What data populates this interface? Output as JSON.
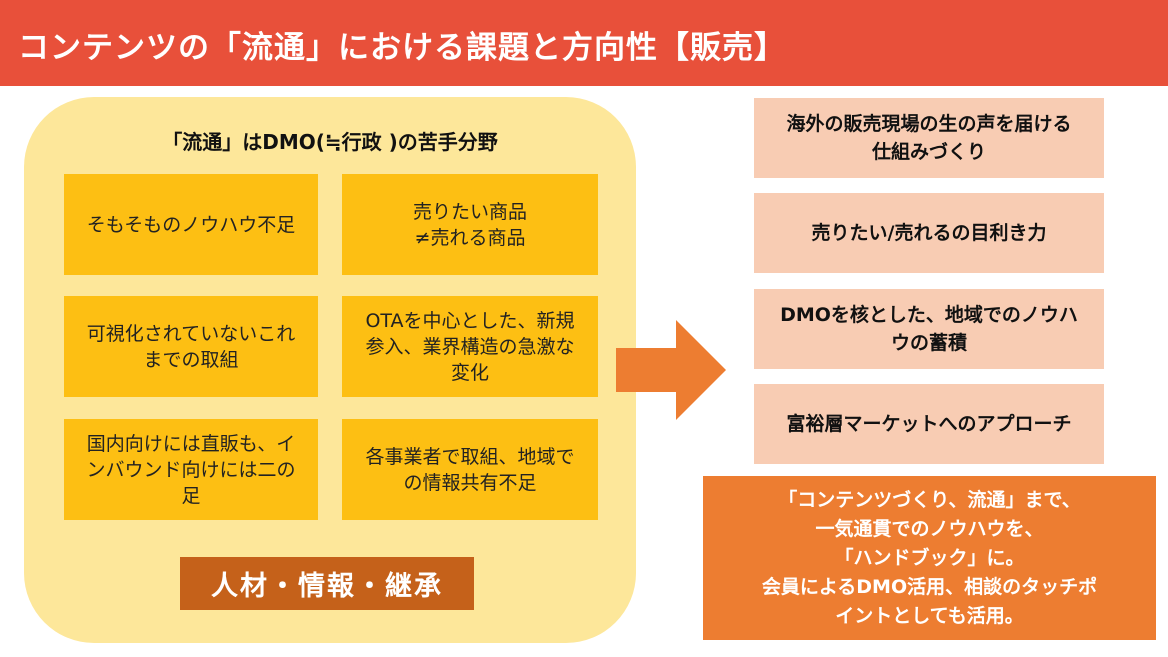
{
  "header": {
    "title": "コンテンツの「流通」における課題と方向性【販売】"
  },
  "panel": {
    "title": "「流通」はDMO(≒行政 )の苦手分野",
    "cells": [
      "そもそものノウハウ不足",
      "売りたい商品\n≠売れる商品",
      "可視化されていないこれ\nまでの取組",
      "OTAを中心とした、新規\n参入、業界構造の急激な\n変化",
      "国内向けには直販も、イ\nンバウンド向けには二の\n足",
      "各事業者で取組、地域で\nの情報共有不足"
    ],
    "badge": "人材・情報・継承"
  },
  "directions": [
    "海外の販売現場の生の声を届ける\n仕組みづくり",
    "売りたい/売れるの目利き力",
    "DMOを核とした、地域でのノウハ\nウの蓄積",
    "富裕層マーケットへのアプローチ"
  ],
  "callout": "「コンテンツづくり、流通」まで、\n一気通貫でのノウハウを、\n「ハンドブック」に。\n会員によるDMO活用、相談のタッチポ\nイントとしても活用。",
  "colors": {
    "header": "#e8503a",
    "panel": "#fde79a",
    "cell": "#fdbf13",
    "badge": "#c5611a",
    "arrow": "#ed7d31",
    "direction": "#f8ccb3",
    "callout": "#ed7d31"
  }
}
